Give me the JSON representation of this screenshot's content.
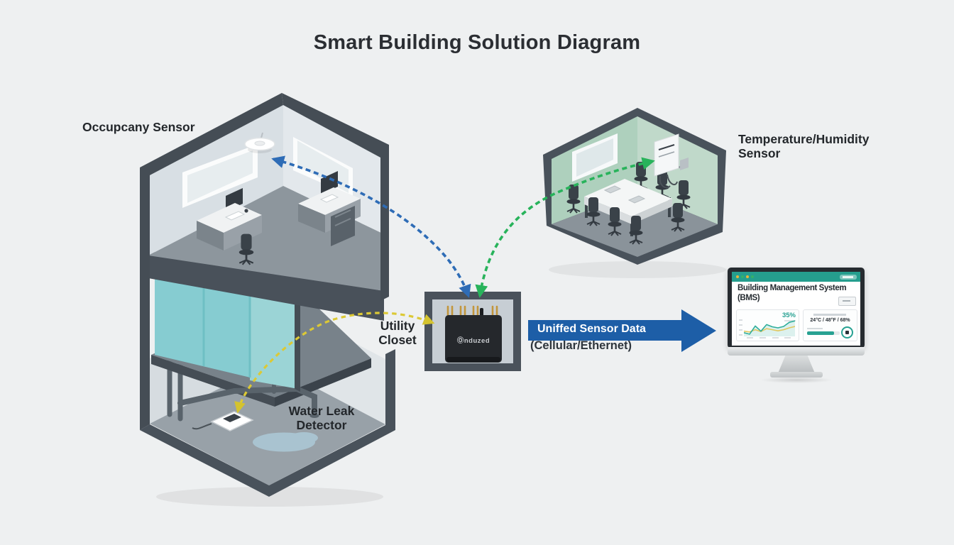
{
  "title": "Smart Building Solution Diagram",
  "building": {
    "occupancy_sensor_label": "Occupcany Sensor",
    "utility_closet_label_line1": "Utility",
    "utility_closet_label_line2": "Closet",
    "water_leak_label_line1": "Water Leak",
    "water_leak_label_line2": "Detector"
  },
  "meeting_room": {
    "temp_sensor_label_line1": "Temperature/Humidity",
    "temp_sensor_label_line2": "Sensor"
  },
  "gateway": {
    "logo_text": "Ⓞnduzed"
  },
  "flow_arrow": {
    "label_line1": "Uniffed Sensor Data",
    "label_line2": "(Cellular/Ethernet)",
    "color": "#1d5ea7"
  },
  "connections": [
    {
      "name": "occupancy-sensor-to-gateway",
      "color": "#2e6cb6",
      "style": "dashed"
    },
    {
      "name": "temp-humidity-sensor-to-gateway",
      "color": "#28b35b",
      "style": "dashed"
    },
    {
      "name": "water-leak-detector-to-gateway",
      "color": "#dcc935",
      "style": "dashed"
    }
  ],
  "bms": {
    "title_line1": "Building Management System",
    "title_line2": "(BMS)",
    "accent_color": "#27a192",
    "occupancy_stat": "35%",
    "environment_readings": "24°C / 48°F / 68%",
    "chart_data": {
      "type": "line",
      "series": [
        {
          "name": "primary",
          "color": "#2fae9b",
          "values": [
            30,
            26,
            48,
            34,
            52,
            46,
            43,
            47,
            58,
            62
          ]
        },
        {
          "name": "secondary",
          "color": "#e2c75f",
          "values": [
            34,
            32,
            38,
            33,
            41,
            38,
            35,
            38,
            43,
            47
          ]
        }
      ],
      "ylim": [
        20,
        70
      ]
    }
  }
}
